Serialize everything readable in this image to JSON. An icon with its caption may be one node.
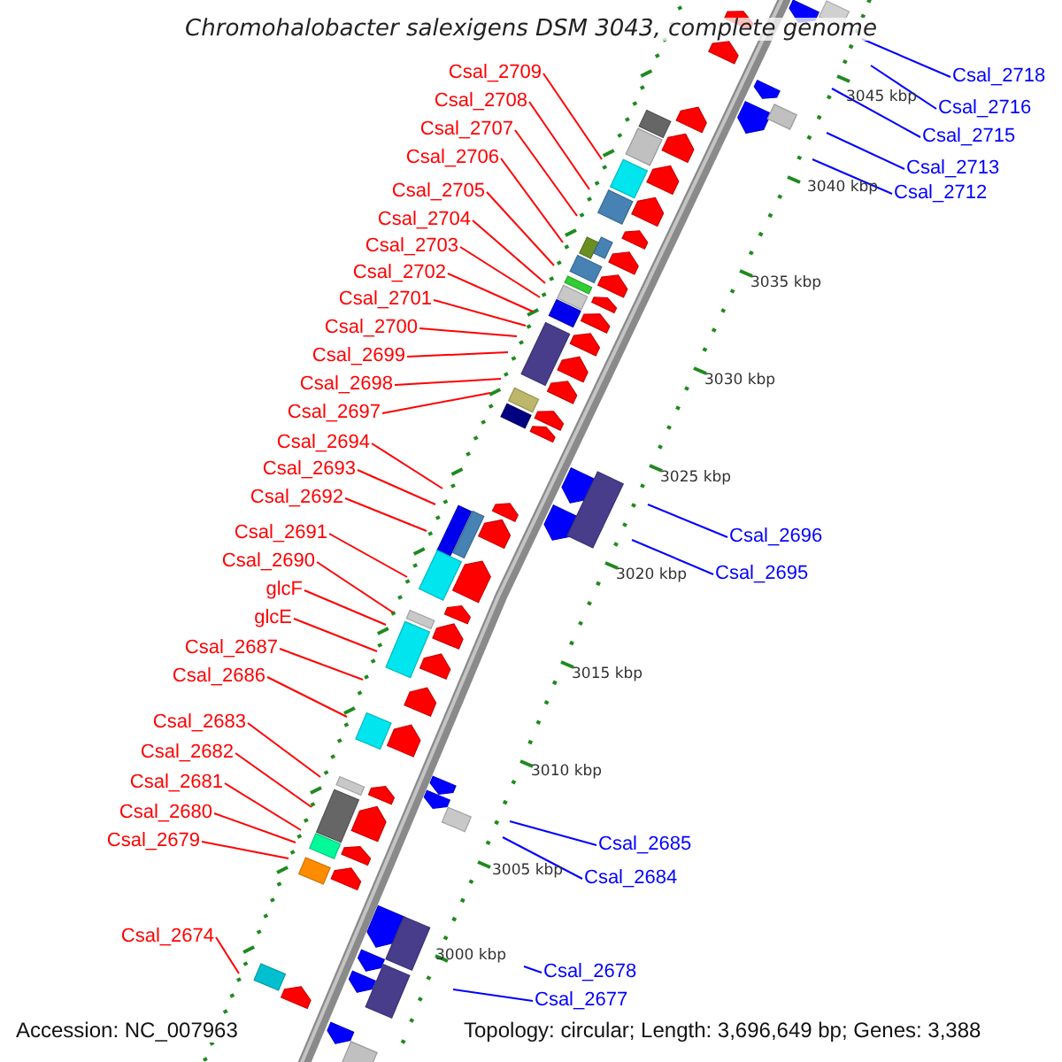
{
  "diagram": {
    "title": "Chromohalobacter salexigens DSM 3043, complete genome",
    "nodes": [
      {
        "text": [
          "Csal_2709"
        ]
      },
      {
        "text": [
          "Csal_2708"
        ]
      },
      {
        "text": [
          "Csal_2707"
        ]
      },
      {
        "text": [
          "Csal_2706"
        ]
      },
      {
        "text": [
          "Csal_2705"
        ]
      },
      {
        "text": [
          "Csal_2704"
        ]
      },
      {
        "text": [
          "Csal_2703"
        ]
      },
      {
        "text": [
          "Csal_2702"
        ]
      },
      {
        "text": [
          "Csal_2701"
        ]
      },
      {
        "text": [
          "Csal_2700"
        ]
      },
      {
        "text": [
          "Csal_2699"
        ]
      },
      {
        "text": [
          "Csal_2698"
        ]
      },
      {
        "text": [
          "Csal_2697"
        ]
      },
      {
        "text": [
          "Csal_2694"
        ]
      },
      {
        "text": [
          "Csal_2693"
        ]
      },
      {
        "text": [
          "Csal_2692"
        ]
      },
      {
        "text": [
          "Csal_2691"
        ]
      },
      {
        "text": [
          "Csal_2690"
        ]
      },
      {
        "text": [
          "glcF"
        ]
      },
      {
        "text": [
          "glcE"
        ]
      },
      {
        "text": [
          "Csal_2687"
        ]
      },
      {
        "text": [
          "Csal_2686"
        ]
      },
      {
        "text": [
          "Csal_2683"
        ]
      },
      {
        "text": [
          "Csal_2682"
        ]
      },
      {
        "text": [
          "Csal_2681"
        ]
      },
      {
        "text": [
          "Csal_2680"
        ]
      },
      {
        "text": [
          "Csal_2679"
        ]
      },
      {
        "text": [
          "Csal_2674"
        ]
      },
      {
        "text": [
          "Csal_2718"
        ]
      },
      {
        "text": [
          "Csal_2716"
        ]
      },
      {
        "text": [
          "Csal_2715"
        ]
      },
      {
        "text": [
          "Csal_2713"
        ]
      },
      {
        "text": [
          "Csal_2712"
        ]
      },
      {
        "text": [
          "Csal_2696"
        ]
      },
      {
        "text": [
          "Csal_2695"
        ]
      },
      {
        "text": [
          "Csal_2685"
        ]
      },
      {
        "text": [
          "Csal_2684"
        ]
      },
      {
        "text": [
          "Csal_2678"
        ]
      },
      {
        "text": [
          "Csal_2677"
        ]
      }
    ],
    "edges": [
      {
        "from": 0,
        "to": null,
        "arrow": "none"
      },
      {
        "from": 1,
        "to": null,
        "arrow": "none"
      },
      {
        "from": 2,
        "to": null,
        "arrow": "none"
      },
      {
        "from": 3,
        "to": null,
        "arrow": "none"
      },
      {
        "from": 4,
        "to": null,
        "arrow": "none"
      },
      {
        "from": 5,
        "to": null,
        "arrow": "none"
      },
      {
        "from": 6,
        "to": null,
        "arrow": "none"
      },
      {
        "from": 7,
        "to": null,
        "arrow": "none"
      },
      {
        "from": 8,
        "to": null,
        "arrow": "none"
      },
      {
        "from": 9,
        "to": null,
        "arrow": "none"
      },
      {
        "from": 10,
        "to": null,
        "arrow": "none"
      },
      {
        "from": 11,
        "to": null,
        "arrow": "none"
      },
      {
        "from": 12,
        "to": null,
        "arrow": "none"
      },
      {
        "from": 13,
        "to": null,
        "arrow": "none"
      },
      {
        "from": 14,
        "to": null,
        "arrow": "none"
      },
      {
        "from": 15,
        "to": null,
        "arrow": "none"
      },
      {
        "from": 16,
        "to": null,
        "arrow": "none"
      },
      {
        "from": 17,
        "to": null,
        "arrow": "none"
      },
      {
        "from": 18,
        "to": null,
        "arrow": "none"
      },
      {
        "from": 19,
        "to": null,
        "arrow": "none"
      },
      {
        "from": 20,
        "to": null,
        "arrow": "none"
      },
      {
        "from": 21,
        "to": null,
        "arrow": "none"
      },
      {
        "from": 22,
        "to": null,
        "arrow": "none"
      },
      {
        "from": 23,
        "to": null,
        "arrow": "none"
      },
      {
        "from": 24,
        "to": null,
        "arrow": "none"
      },
      {
        "from": 25,
        "to": null,
        "arrow": "none"
      },
      {
        "from": 26,
        "to": null,
        "arrow": "none"
      },
      {
        "from": 27,
        "to": null,
        "arrow": "none"
      },
      {
        "from": 28,
        "to": null,
        "arrow": "none",
        "color": "#0000ff"
      },
      {
        "from": 29,
        "to": null,
        "arrow": "none",
        "color": "#0000ff"
      },
      {
        "from": 30,
        "to": null,
        "arrow": "none",
        "color": "#0000ff"
      },
      {
        "from": 31,
        "to": null,
        "arrow": "none",
        "color": "#0000ff"
      },
      {
        "from": 32,
        "to": null,
        "arrow": "none",
        "color": "#0000ff"
      },
      {
        "from": 33,
        "to": null,
        "arrow": "none",
        "color": "#0000ff"
      },
      {
        "from": 34,
        "to": null,
        "arrow": "none",
        "color": "#0000ff"
      },
      {
        "from": 35,
        "to": null,
        "arrow": "none",
        "color": "#0000ff"
      },
      {
        "from": 36,
        "to": null,
        "arrow": "none",
        "color": "#0000ff"
      },
      {
        "from": 37,
        "to": null,
        "arrow": "none",
        "color": "#0000ff"
      },
      {
        "from": 38,
        "to": null,
        "arrow": "none",
        "color": "#0000ff"
      }
    ],
    "labels": [
      "3045 kbp",
      "3040 kbp",
      "3035 kbp",
      "3030 kbp",
      "3025 kbp",
      "3020 kbp",
      "3015 kbp",
      "3010 kbp",
      "3005 kbp",
      "3000 kbp",
      "Accession: NC_007963",
      "Topology: circular; Length: 3,696,649 bp; Genes: 3,388"
    ]
  }
}
